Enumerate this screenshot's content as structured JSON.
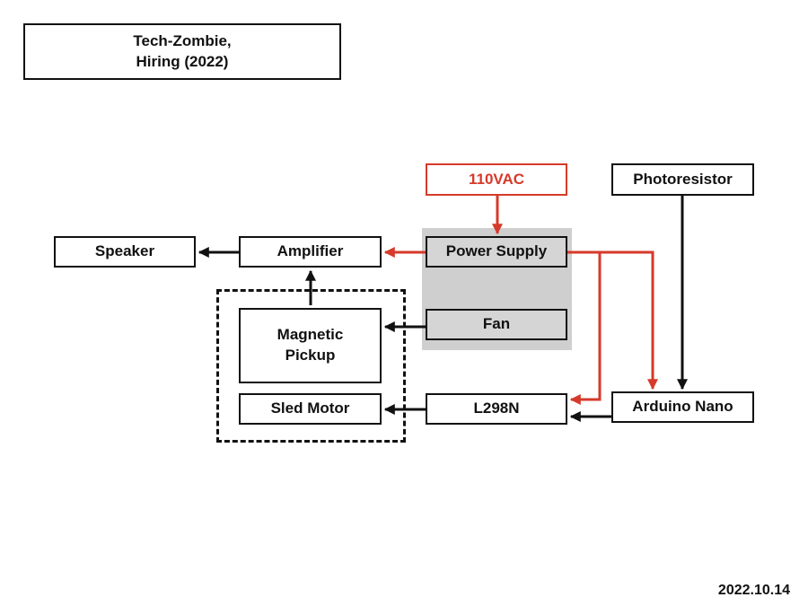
{
  "title": "Tech-Zombie,\nHiring (2022)",
  "date": "2022.10.14",
  "colors": {
    "power": "#d63a2a",
    "signal": "#111111",
    "group_fill": "#d0d0d0"
  },
  "blocks": {
    "source_110vac": "110VAC",
    "photoresistor": "Photoresistor",
    "speaker": "Speaker",
    "amplifier": "Amplifier",
    "power_supply": "Power Supply",
    "fan": "Fan",
    "magnetic_pickup": "Magnetic\nPickup",
    "sled_motor": "Sled Motor",
    "l298n": "L298N",
    "arduino_nano": "Arduino Nano"
  },
  "connections": [
    {
      "from": "110VAC",
      "to": "Power Supply",
      "type": "power"
    },
    {
      "from": "Power Supply",
      "to": "Amplifier",
      "type": "power"
    },
    {
      "from": "Power Supply",
      "to": "L298N",
      "type": "power"
    },
    {
      "from": "Power Supply",
      "to": "Arduino Nano",
      "type": "power"
    },
    {
      "from": "Photoresistor",
      "to": "Arduino Nano",
      "type": "signal"
    },
    {
      "from": "Arduino Nano",
      "to": "L298N",
      "type": "signal"
    },
    {
      "from": "L298N",
      "to": "Sled Motor",
      "type": "signal"
    },
    {
      "from": "Fan",
      "to": "Magnetic Pickup",
      "type": "signal"
    },
    {
      "from": "Magnetic Pickup",
      "to": "Amplifier",
      "type": "signal"
    },
    {
      "from": "Amplifier",
      "to": "Speaker",
      "type": "signal"
    }
  ]
}
